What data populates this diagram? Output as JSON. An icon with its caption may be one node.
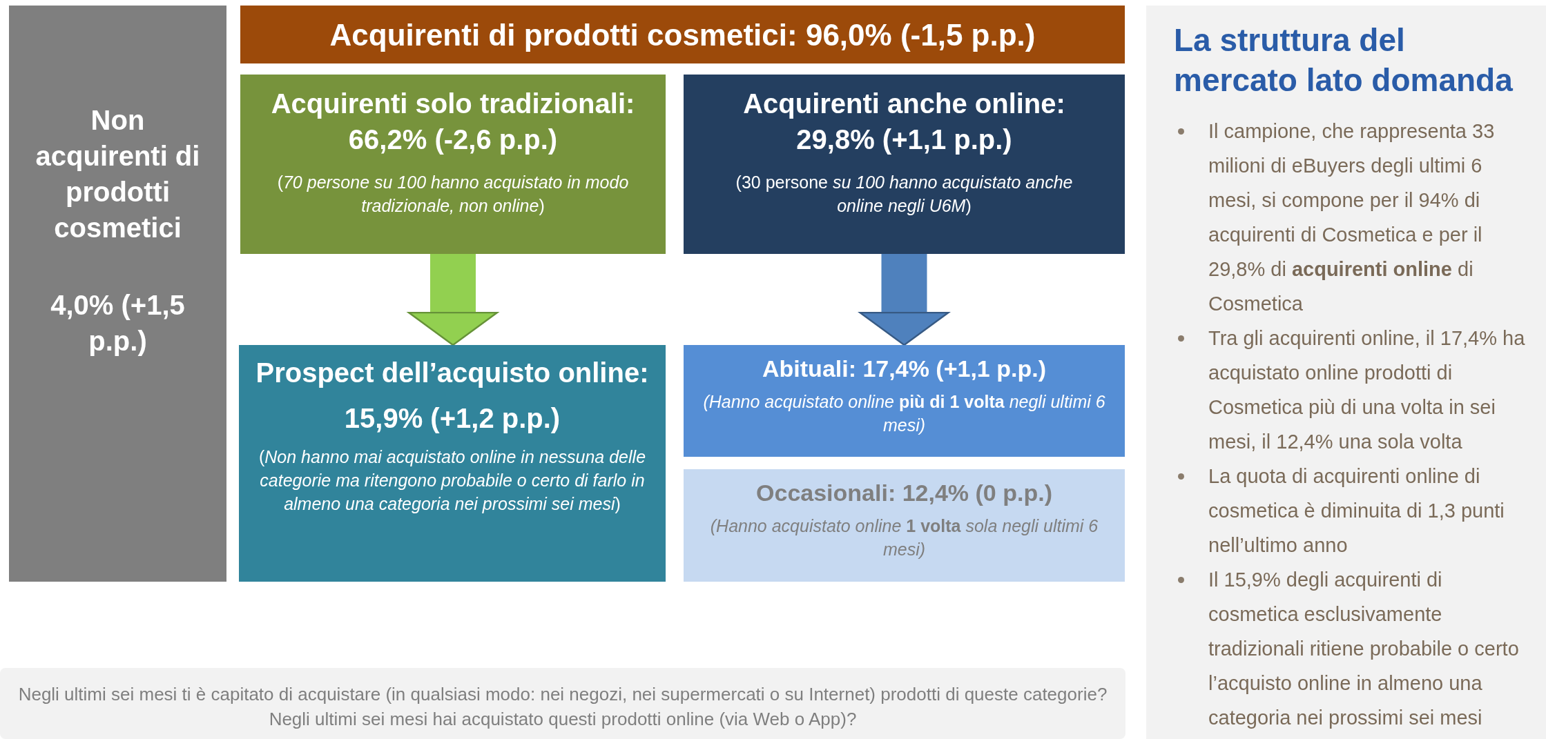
{
  "diagram": {
    "nodes": [
      {
        "text": [
          "Non acquirenti di prodotti cosmetici",
          "4,0% (+1,5 p.p.)"
        ]
      },
      {
        "text": [
          "Acquirenti di prodotti cosmetici: 96,0% (-1,5 p.p.)"
        ]
      },
      {
        "text": [
          "Acquirenti solo tradizionali: 66,2% (-2,6 p.p.)",
          "(*70 persone su 100 hanno acquistato in modo tradizionale, non online*)"
        ]
      },
      {
        "text": [
          "Acquirenti anche online: 29,8% (+1,1 p.p.)",
          "(30 persone *su 100 hanno acquistato anche online negli U6M*)"
        ]
      },
      {
        "text": [
          "Prospect dell’acquisto online:",
          "15,9% (+1,2 p.p.)",
          "(*Non hanno mai acquistato online in nessuna delle categorie ma ritengono probabile o certo di farlo in almeno una categoria nei prossimi sei mesi*)"
        ]
      },
      {
        "text": [
          "Abituali: 17,4% (+1,1 p.p.)",
          "*(Hanno acquistato online* **più di 1 volta** *negli ultimi 6 mesi)*"
        ]
      },
      {
        "text": [
          "Occasionali: 12,4% (0 p.p.)",
          "*(Hanno acquistato online* **1 volta** *sola negli ultimi 6 mesi)*"
        ]
      },
      {
        "text": [
          "La struttura del mercato lato domanda",
          "Il campione, che rappresenta 33 milioni di eBuyers degli ultimi 6 mesi, si compone per il 94% di acquirenti di Cosmetica e per il 29,8% di **acquirenti online** di Cosmetica",
          "Tra gli acquirenti online, il 17,4% ha acquistato online prodotti di Cosmetica più di una volta in sei mesi, il 12,4% una sola volta",
          "La quota di acquirenti online di cosmetica è diminuita di 1,3 punti nell’ultimo anno",
          "Il 15,9% degli acquirenti di cosmetica esclusivamente tradizionali ritiene probabile o certo l’acquisto online in almeno una categoria nei prossimi sei mesi"
        ]
      },
      {
        "text": [
          "Negli ultimi sei mesi ti è capitato di acquistare (in qualsiasi modo: nei negozi, nei supermercati o su Internet) prodotti di queste categorie? Negli ultimi sei mesi hai acquistato questi prodotti online (via Web o App)?"
        ]
      }
    ],
    "edges": [
      {
        "from": 2,
        "to": 4,
        "arrow": "to",
        "color": "#92d050"
      },
      {
        "from": 3,
        "to": 5,
        "arrow": "to",
        "color": "#4f81bd"
      }
    ]
  }
}
